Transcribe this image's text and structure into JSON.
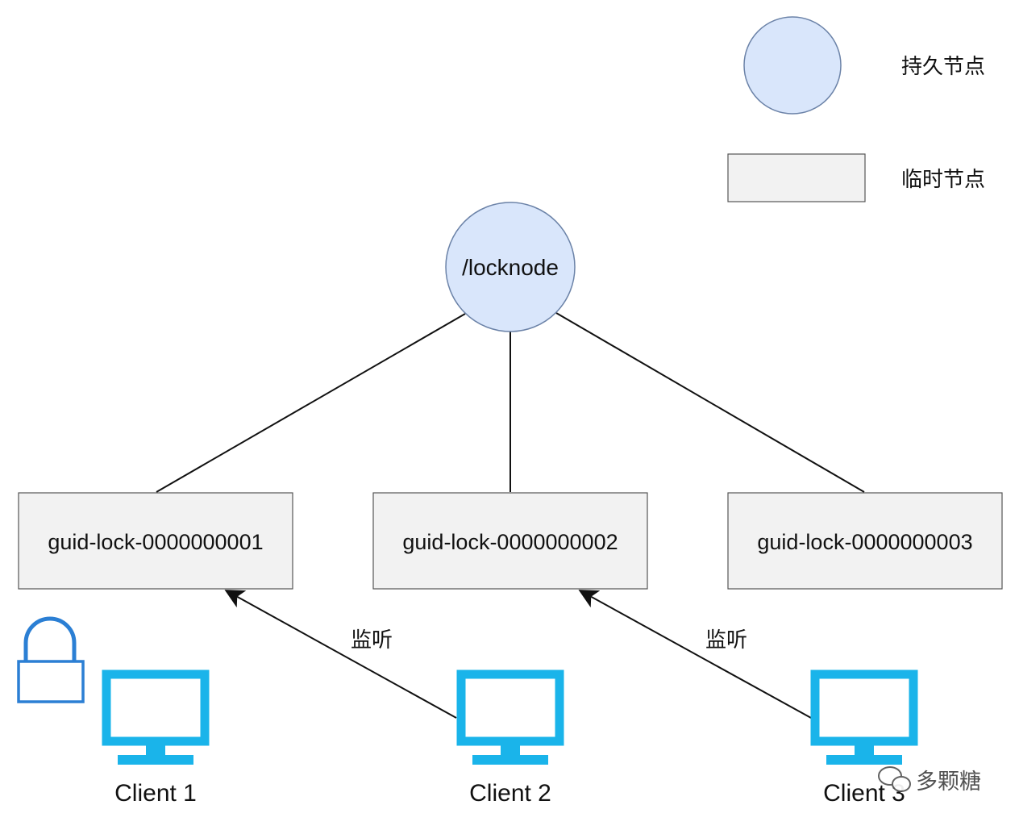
{
  "legend": {
    "persistent_label": "持久节点",
    "ephemeral_label": "临时节点"
  },
  "root_node": {
    "label": "/locknode"
  },
  "child_nodes": [
    {
      "label": "guid-lock-0000000001"
    },
    {
      "label": "guid-lock-0000000002"
    },
    {
      "label": "guid-lock-0000000003"
    }
  ],
  "watch_edges": [
    {
      "label": "监听"
    },
    {
      "label": "监听"
    }
  ],
  "clients": [
    {
      "label": "Client 1",
      "holds_lock": true
    },
    {
      "label": "Client 2",
      "holds_lock": false
    },
    {
      "label": "Client 3",
      "holds_lock": false
    }
  ],
  "watermark": {
    "text": "多颗糖"
  },
  "colors": {
    "persistent_fill": "#d9e6fb",
    "persistent_stroke": "#6c83a8",
    "ephemeral_fill": "#f2f2f2",
    "ephemeral_stroke": "#555555",
    "client_icon": "#1ab4ea",
    "lock_icon": "#2b7fd4",
    "line": "#111111"
  },
  "icons": {
    "client": "monitor-icon",
    "lock": "padlock-icon",
    "watermark": "wechat-icon"
  }
}
